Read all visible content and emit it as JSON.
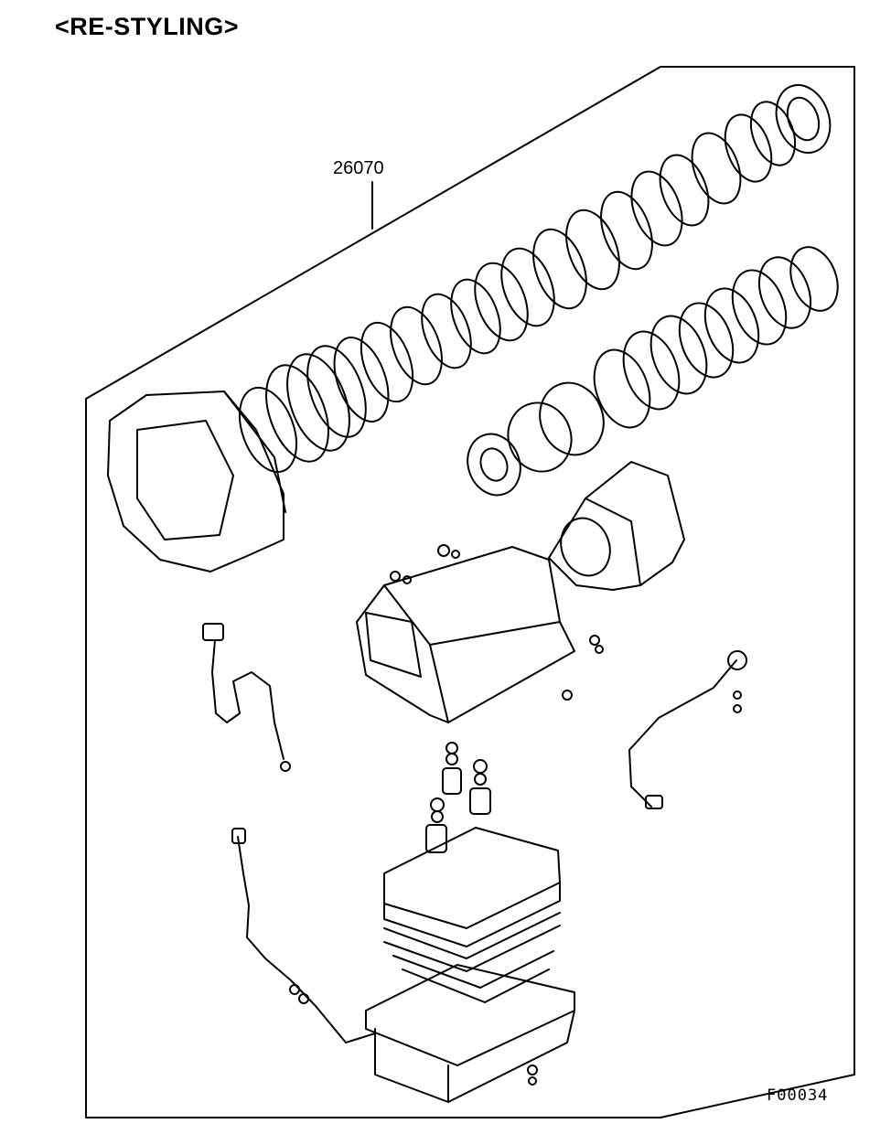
{
  "heading": "<RE-STYLING>",
  "callout": {
    "part_number": "26070"
  },
  "figure_code": "F00034",
  "line_color": "#000000",
  "background_color": "#ffffff"
}
